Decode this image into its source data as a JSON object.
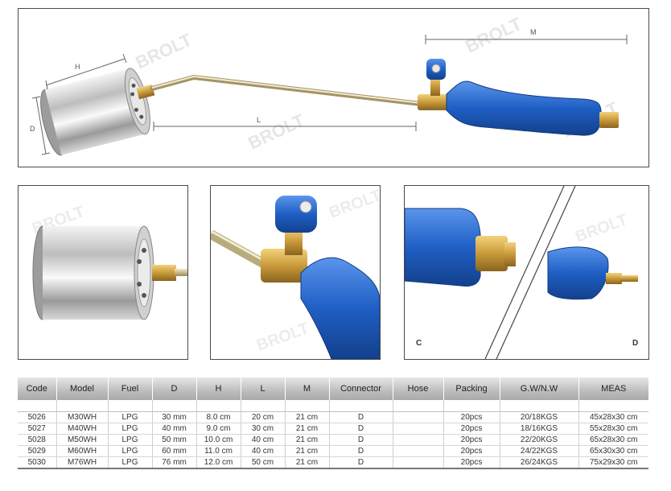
{
  "watermark": "BROLT",
  "dimensions": {
    "h": "H",
    "d": "D",
    "l": "L",
    "m": "M"
  },
  "detail_labels": {
    "c": "C",
    "d": "D"
  },
  "colors": {
    "handle_blue": "#1f5fc4",
    "brass": "#c99a3a",
    "steel": "#c8c8c8"
  },
  "table": {
    "headers": [
      "Code",
      "Model",
      "Fuel",
      "D",
      "H",
      "L",
      "M",
      "Connector",
      "Hose",
      "Packing",
      "G.W/N.W",
      "MEAS"
    ],
    "rows": [
      [
        "5026",
        "M30WH",
        "LPG",
        "30 mm",
        "8.0  cm",
        "20 cm",
        "21 cm",
        "D",
        "",
        "20pcs",
        "20/18KGS",
        "45x28x30 cm"
      ],
      [
        "5027",
        "M40WH",
        "LPG",
        "40 mm",
        "9.0  cm",
        "30 cm",
        "21 cm",
        "D",
        "",
        "20pcs",
        "18/16KGS",
        "55x28x30 cm"
      ],
      [
        "5028",
        "M50WH",
        "LPG",
        "50 mm",
        "10.0 cm",
        "40 cm",
        "21 cm",
        "D",
        "",
        "20pcs",
        "22/20KGS",
        "65x28x30 cm"
      ],
      [
        "5029",
        "M60WH",
        "LPG",
        "60 mm",
        "11.0 cm",
        "40 cm",
        "21 cm",
        "D",
        "",
        "20pcs",
        "24/22KGS",
        "65x30x30 cm"
      ],
      [
        "5030",
        "M76WH",
        "LPG",
        "76 mm",
        "12.0 cm",
        "50 cm",
        "21 cm",
        "D",
        "",
        "20pcs",
        "26/24KGS",
        "75x29x30 cm"
      ]
    ]
  }
}
